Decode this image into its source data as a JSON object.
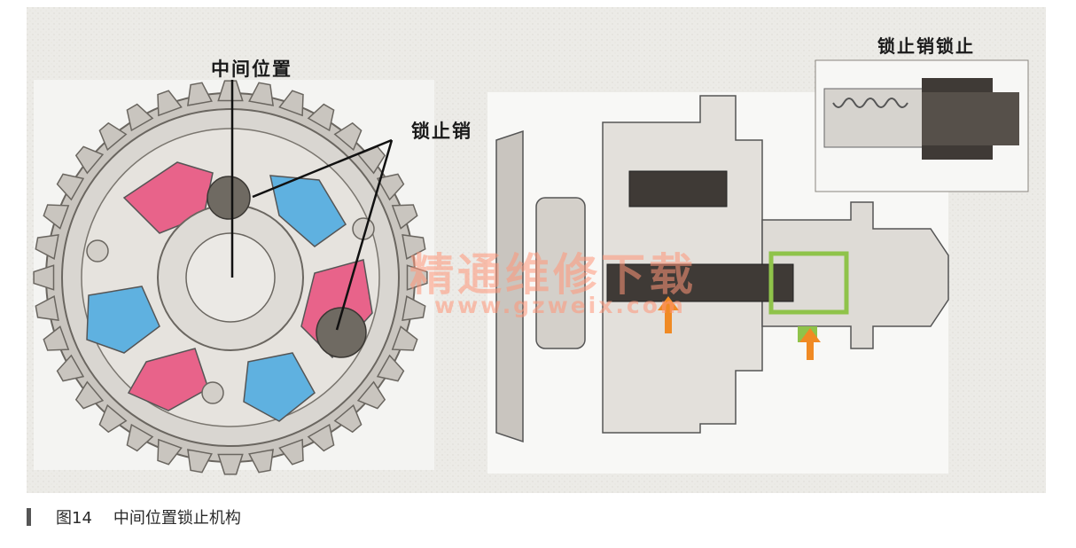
{
  "labels": {
    "middle_position": "中间位置",
    "lock_pin": "锁止销",
    "lock_pin_locked": "锁止销锁止"
  },
  "watermark": {
    "text": "精通维修下载",
    "url": "www.gzweix.com"
  },
  "caption": {
    "number": "图14",
    "title": "中间位置锁止机构"
  },
  "colors": {
    "advance_chamber": "#e8638a",
    "retard_chamber": "#5fb1e0",
    "lock_pin": "#6f6a62",
    "oil_flow_arrow": "#f08a24",
    "housing": "#cfcac3",
    "spool": "#3f3a36",
    "oil_passage": "#8fc34a"
  }
}
